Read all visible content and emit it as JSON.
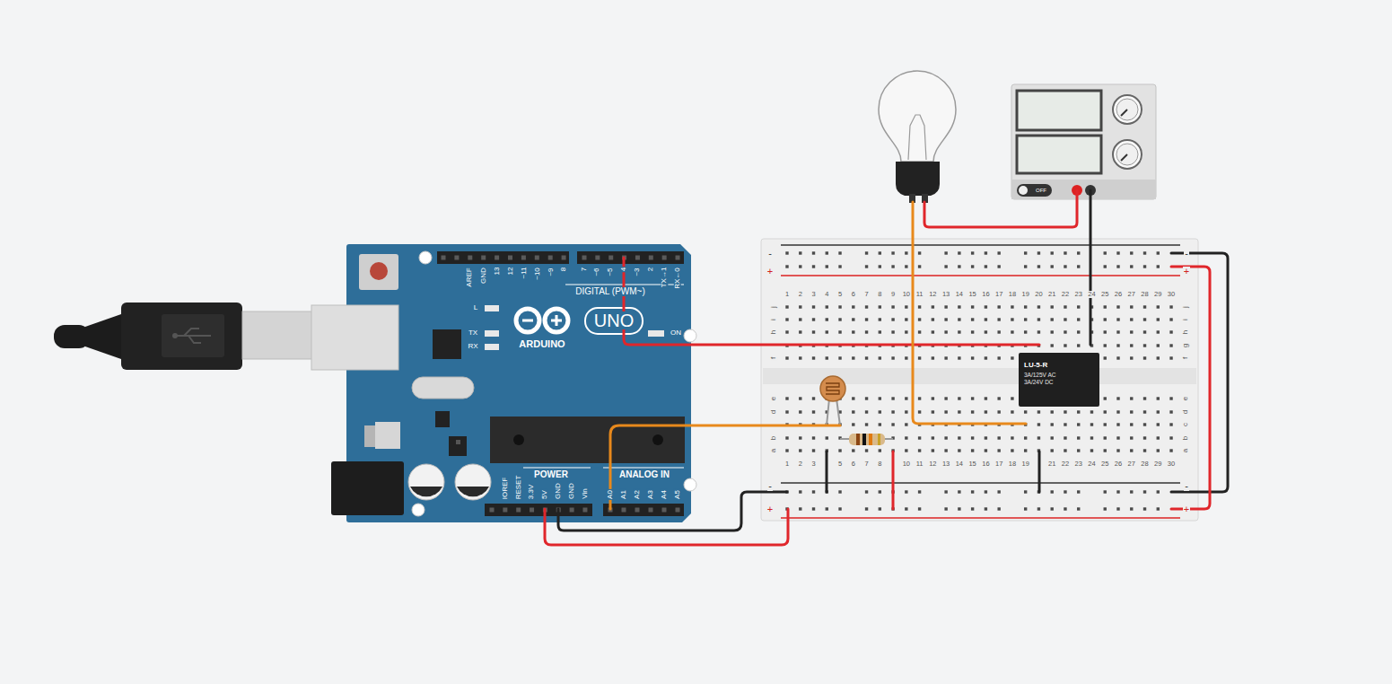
{
  "diagram": {
    "nodes": [
      {
        "text": [
          "OFF"
        ]
      },
      {
        "text": [
          "LU-5-R",
          "3A/125V AC",
          "3A/24V DC"
        ]
      }
    ],
    "labels": [
      "AREF",
      "GND",
      "13",
      "12",
      "~11",
      "~10",
      "~9",
      "8",
      "7",
      "~6",
      "~5",
      "4",
      "~3",
      "2",
      "TX→1",
      "RX←0",
      "DIGITAL (PWM~)",
      "L",
      "TX",
      "RX",
      "ARDUINO",
      "UNO",
      "ON",
      "IOREF",
      "RESET",
      "3.3V",
      "5V",
      "GND",
      "GND",
      "Vin",
      "POWER",
      "ANALOG IN",
      "A0",
      "A1",
      "A2",
      "A3",
      "A4",
      "A5",
      "1",
      "2",
      "3",
      "4",
      "5",
      "6",
      "7",
      "8",
      "9",
      "10",
      "11",
      "12",
      "13",
      "14",
      "15",
      "16",
      "17",
      "18",
      "19",
      "20",
      "21",
      "22",
      "23",
      "24",
      "25",
      "26",
      "27",
      "28",
      "29",
      "30",
      "1",
      "2",
      "3",
      "5",
      "6",
      "7",
      "8",
      "10",
      "11",
      "12",
      "13",
      "14",
      "15",
      "16",
      "17",
      "18",
      "19",
      "21",
      "22",
      "23",
      "24",
      "25",
      "26",
      "27",
      "28",
      "29",
      "30",
      "j",
      "i",
      "h",
      "f",
      "e",
      "d",
      "b",
      "a",
      "j",
      "i",
      "h",
      "g",
      "f",
      "e",
      "d",
      "c",
      "b",
      "a",
      "-",
      "+",
      "-",
      "+",
      "-",
      "+",
      "-",
      "+"
    ]
  }
}
